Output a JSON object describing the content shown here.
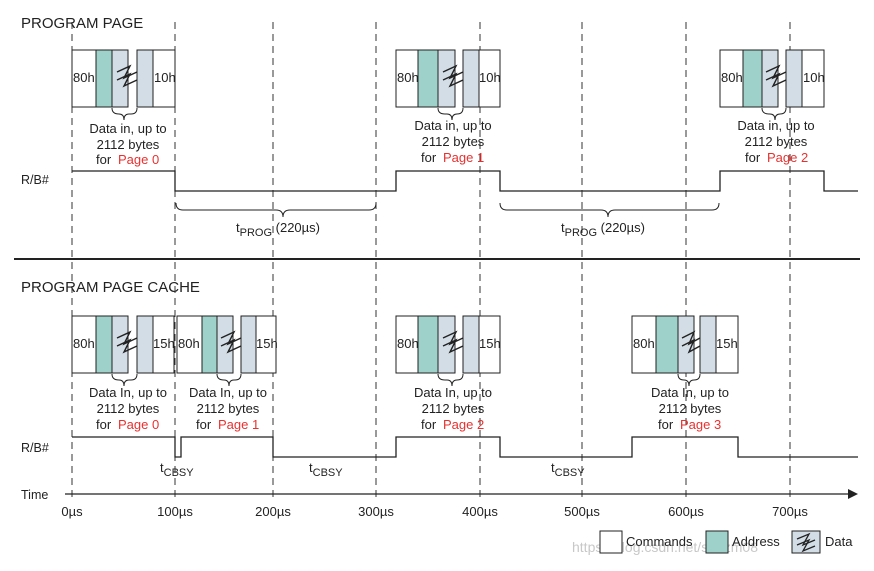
{
  "colors": {
    "address_fill": "#9fd1cb",
    "data_fill": "#d3dde6",
    "command_fill": "#ffffff",
    "page_label": "#e8312f",
    "line": "#222222"
  },
  "top": {
    "title": "PROGRAM PAGE",
    "signal_label": "R/B#",
    "blocks": [
      {
        "cmd1": "80h",
        "cmd2": "10h",
        "desc1": "Data in, up to",
        "desc2": "2112 bytes",
        "desc3_prefix": "for",
        "page": "Page 0"
      },
      {
        "cmd1": "80h",
        "cmd2": "10h",
        "desc1": "Data in, up to",
        "desc2": "2112 bytes",
        "desc3_prefix": "for",
        "page": "Page 1"
      },
      {
        "cmd1": "80h",
        "cmd2": "10h",
        "desc1": "Data in, up to",
        "desc2": "2112 bytes",
        "desc3_prefix": "for",
        "page": "Page 2"
      }
    ],
    "timings": [
      {
        "sym": "t",
        "sub": "PROG",
        "rest": " (220µs)"
      },
      {
        "sym": "t",
        "sub": "PROG",
        "rest": " (220µs)"
      }
    ]
  },
  "bottom": {
    "title": "PROGRAM PAGE CACHE",
    "signal_label": "R/B#",
    "blocks": [
      {
        "cmd1": "80h",
        "cmd2": "15h",
        "desc1": "Data In, up to",
        "desc2": "2112 bytes",
        "desc3_prefix": "for",
        "page": "Page 0"
      },
      {
        "cmd1": "80h",
        "cmd2": "15h",
        "desc1": "Data In, up to",
        "desc2": "2112 bytes",
        "desc3_prefix": "for",
        "page": "Page 1"
      },
      {
        "cmd1": "80h",
        "cmd2": "15h",
        "desc1": "Data In, up to",
        "desc2": "2112 bytes",
        "desc3_prefix": "for",
        "page": "Page 2"
      },
      {
        "cmd1": "80h",
        "cmd2": "15h",
        "desc1": "Data In, up to",
        "desc2": "2112 bytes",
        "desc3_prefix": "for",
        "page": "Page 3"
      }
    ],
    "timings": [
      {
        "sym": "t",
        "sub": "CBSY"
      },
      {
        "sym": "t",
        "sub": "CBSY"
      },
      {
        "sym": "t",
        "sub": "CBSY"
      }
    ]
  },
  "time_axis": {
    "label": "Time",
    "ticks": [
      "0µs",
      "100µs",
      "200µs",
      "300µs",
      "400µs",
      "500µs",
      "600µs",
      "700µs"
    ]
  },
  "legend": {
    "commands": "Commands",
    "address": "Address",
    "data": "Data"
  },
  "watermark": "https://blog.csdn.net/shuzm08"
}
